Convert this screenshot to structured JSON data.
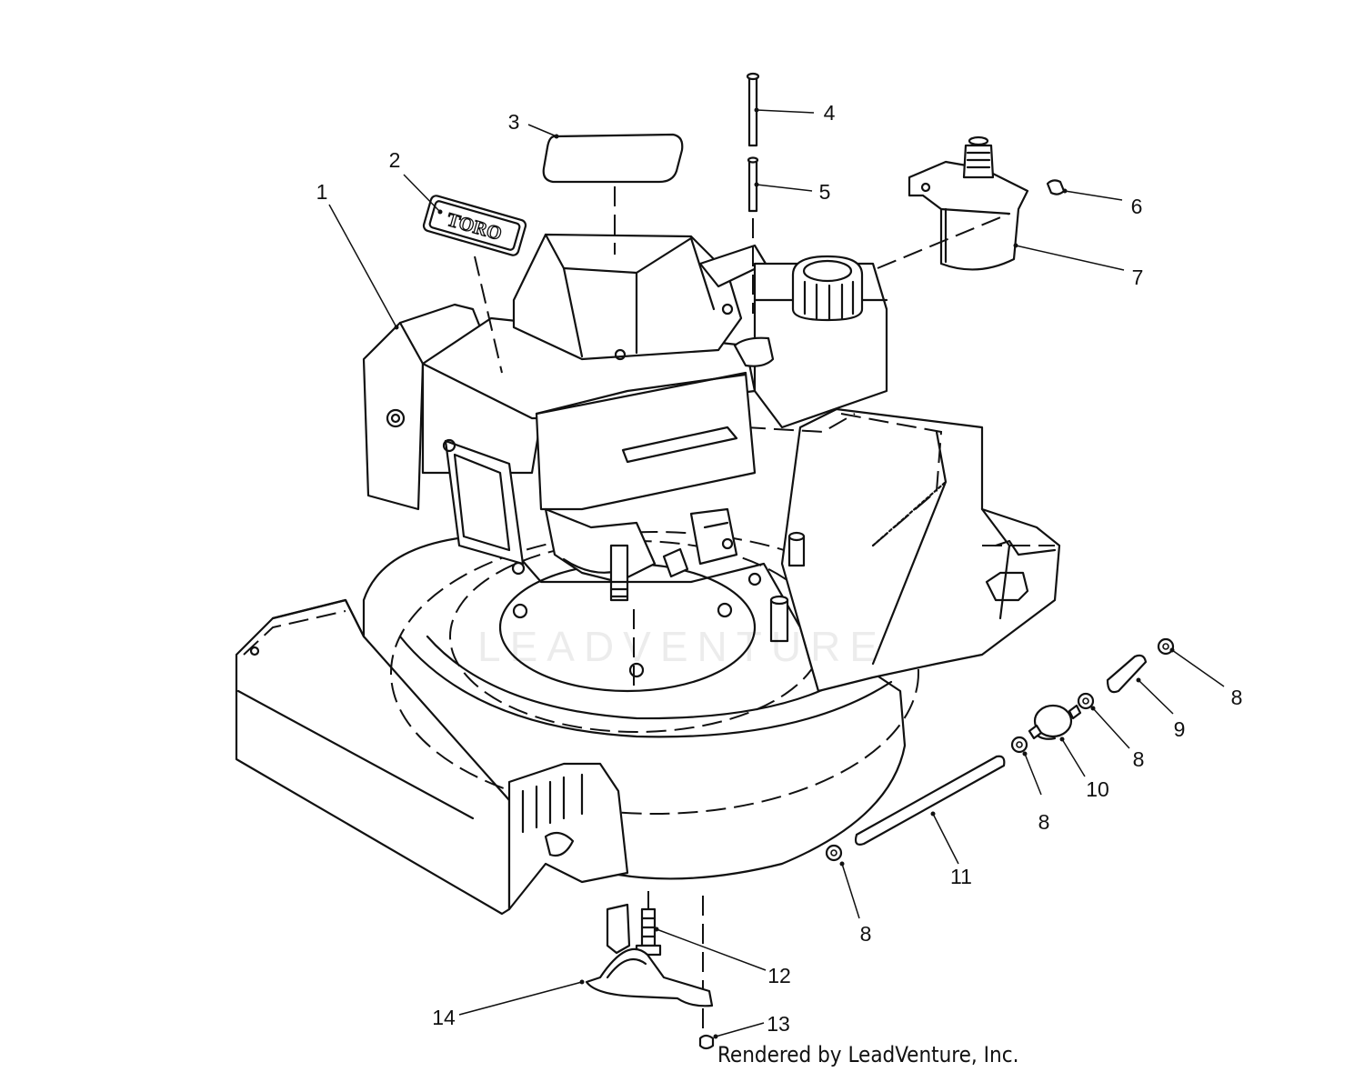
{
  "diagram": {
    "callouts": [
      {
        "id": "1",
        "text": "1"
      },
      {
        "id": "2",
        "text": "2"
      },
      {
        "id": "3",
        "text": "3"
      },
      {
        "id": "4",
        "text": "4"
      },
      {
        "id": "5",
        "text": "5"
      },
      {
        "id": "6",
        "text": "6"
      },
      {
        "id": "7",
        "text": "7"
      },
      {
        "id": "8a",
        "text": "8"
      },
      {
        "id": "8b",
        "text": "8"
      },
      {
        "id": "8c",
        "text": "8"
      },
      {
        "id": "8d",
        "text": "8"
      },
      {
        "id": "9",
        "text": "9"
      },
      {
        "id": "10",
        "text": "10"
      },
      {
        "id": "11",
        "text": "11"
      },
      {
        "id": "12",
        "text": "12"
      },
      {
        "id": "13",
        "text": "13"
      },
      {
        "id": "14",
        "text": "14"
      }
    ],
    "badge_text": "TORO",
    "watermark": "LEADVENTURE",
    "credit": "Rendered by LeadVenture, Inc."
  }
}
